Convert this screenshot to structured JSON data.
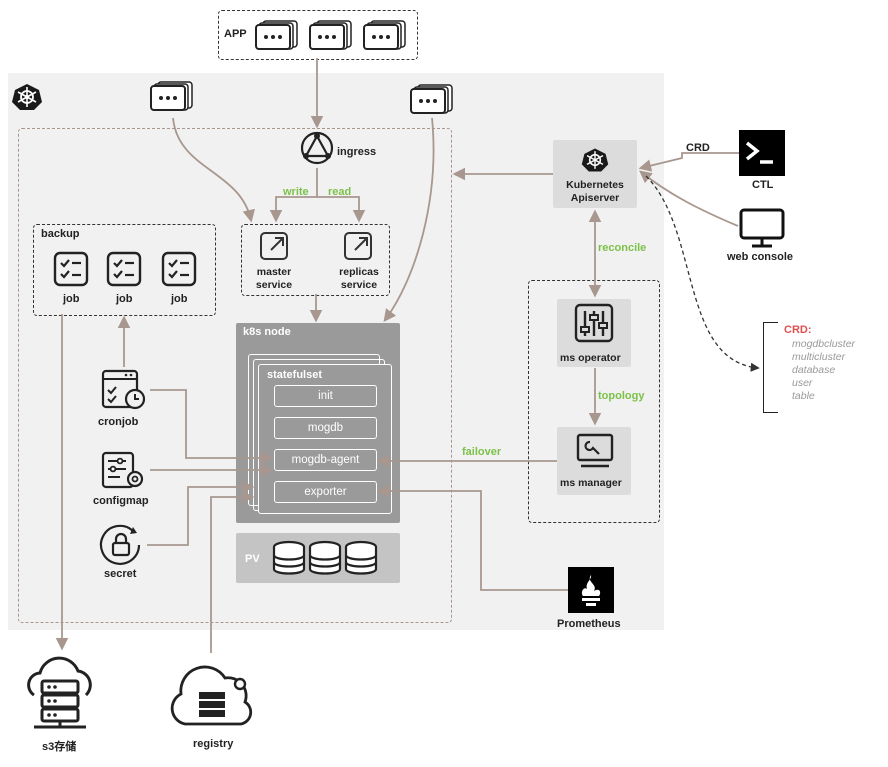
{
  "app": {
    "label": "APP"
  },
  "ingress": {
    "label": "ingress",
    "write": "write",
    "read": "read"
  },
  "services": {
    "master_line1": "master",
    "master_line2": "service",
    "replicas_line1": "replicas",
    "replicas_line2": "service"
  },
  "backup": {
    "title": "backup",
    "jobs": [
      "job",
      "job",
      "job"
    ]
  },
  "k8s_node": {
    "title": "k8s node",
    "statefulset": "statefulset",
    "containers": [
      "init",
      "mogdb",
      "mogdb-agent",
      "exporter"
    ],
    "pv": "PV"
  },
  "left_components": {
    "cronjob": "cronjob",
    "configmap": "configmap",
    "secret": "secret"
  },
  "apiserver": {
    "line1": "Kubernetes",
    "line2": "Apiserver"
  },
  "links": {
    "crd": "CRD",
    "reconcile": "reconcile",
    "topology": "topology",
    "failover": "failover"
  },
  "ctl": {
    "label": "CTL"
  },
  "web_console": {
    "label": "web console"
  },
  "ms_operator": {
    "label": "ms operator"
  },
  "ms_manager": {
    "label": "ms manager"
  },
  "prometheus": {
    "label": "Prometheus"
  },
  "storage": {
    "s3": "s3存储",
    "registry": "registry"
  },
  "crd_list": {
    "title": "CRD:",
    "items": [
      "mogdbcluster",
      "multicluster",
      "database",
      "user",
      "table"
    ]
  },
  "colors": {
    "accent_green": "#7cc14a",
    "connector_brown": "#a8978f",
    "crd_red": "#e05050"
  }
}
